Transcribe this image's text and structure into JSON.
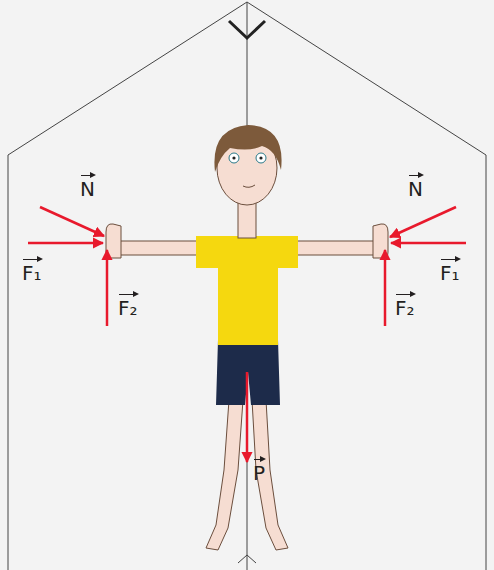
{
  "diagram": {
    "labels": [
      "N",
      "N",
      "F₁",
      "F₁",
      "F₂",
      "F₂",
      "P"
    ]
  }
}
